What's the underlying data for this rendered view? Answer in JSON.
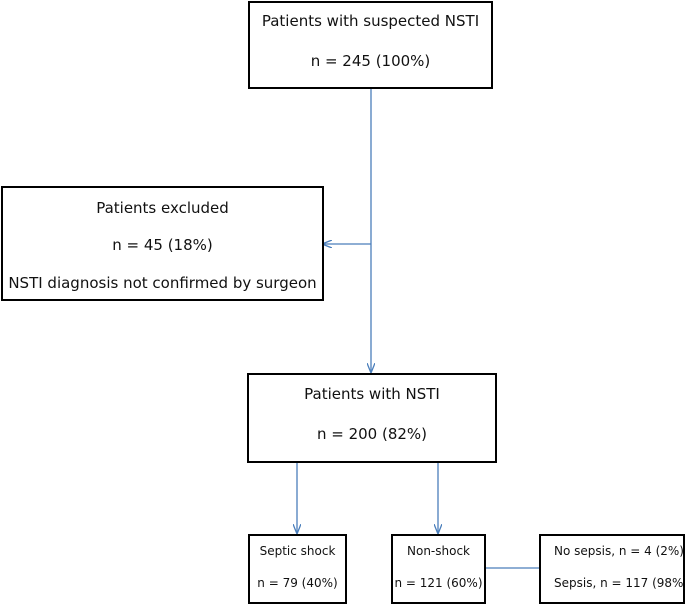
{
  "boxes": {
    "suspected": {
      "title": "Patients with suspected NSTI",
      "count": "n = 245 (100%)"
    },
    "excluded": {
      "title": "Patients excluded",
      "count": "n = 45 (18%)",
      "reason": "NSTI diagnosis not confirmed by surgeon"
    },
    "nsti": {
      "title": "Patients with NSTI",
      "count": "n = 200 (82%)"
    },
    "septic_shock": {
      "title": "Septic shock",
      "count": "n = 79 (40%)"
    },
    "non_shock": {
      "title": "Non-shock",
      "count": "n = 121 (60%)"
    },
    "sepsis_split": {
      "no_sepsis": "No sepsis, n = 4 (2%)",
      "sepsis": "Sepsis, n = 117 (98%)"
    }
  },
  "colors": {
    "arrow": "#4a7ebb",
    "border": "#000000"
  }
}
